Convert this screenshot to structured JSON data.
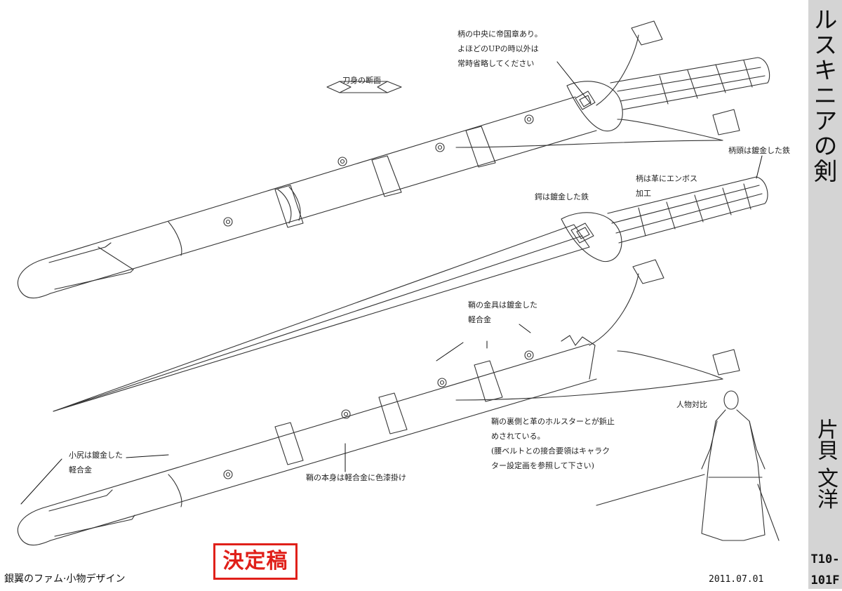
{
  "title": "ルスキニアの剣",
  "artist": "片貝 文洋",
  "code": [
    "T10-",
    "101F"
  ],
  "footer": {
    "project": "銀翼のファム·小物デザイン",
    "date": "2011.07.01",
    "stamp": "決定稿"
  },
  "annotations": {
    "blade_section": "刀身の断面",
    "emblem": "柄の中央に帝国章あり。\nよほどのUPの時以外は\n常時省略してください",
    "pommel": "柄頭は鍍金した鉄",
    "grip": "柄は革にエンボス\n加工",
    "guard": "鍔は鍍金した鉄",
    "scabbard_fitting": "鞘の金具は鍍金した\n軽合金",
    "chape": "小尻は鍍金した\n軽合金",
    "scabbard_body": "鞘の本身は軽合金に色漆掛け",
    "holster": "鞘の裏側と革のホルスターとが鋲止\nめされている。\n(腰ベルトとの接合要領はキャラク\nター設定画を参照して下さい)",
    "scale": "人物対比"
  },
  "colors": {
    "line": "#333333",
    "sidebar": "#d4d4d4",
    "stamp": "#e0201a"
  }
}
